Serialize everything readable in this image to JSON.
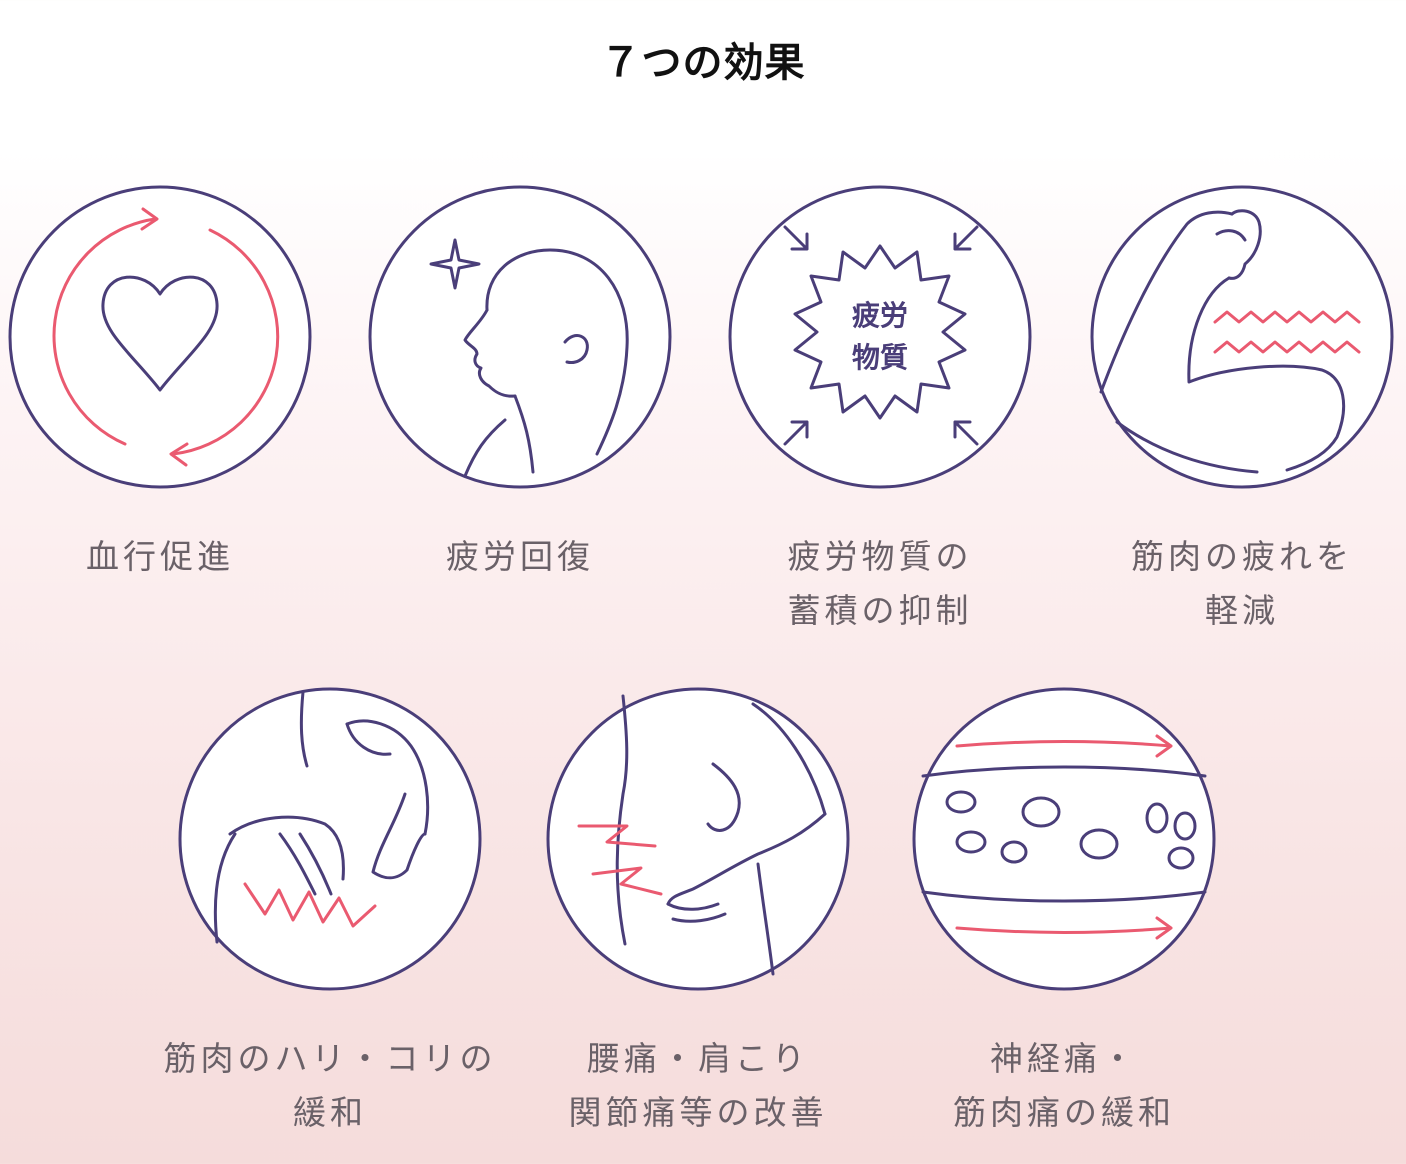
{
  "title": "７つの効果",
  "colors": {
    "line": "#4a3e79",
    "accent": "#ea5a70",
    "caption": "#6a6168"
  },
  "effects": [
    {
      "icon": "heart-circulation-icon",
      "caption": [
        "血行促進"
      ]
    },
    {
      "icon": "woman-profile-sparkle-icon",
      "caption": [
        "疲労回復"
      ]
    },
    {
      "icon": "fatigue-substance-burst-icon",
      "badge": [
        "疲労",
        "物質"
      ],
      "caption": [
        "疲労物質の",
        "蓄積の抑制"
      ]
    },
    {
      "icon": "flexed-arm-icon",
      "caption": [
        "筋肉の疲れを",
        "軽減"
      ]
    },
    {
      "icon": "shoulder-pain-icon",
      "caption": [
        "筋肉のハリ・コリの",
        "緩和"
      ]
    },
    {
      "icon": "back-pain-icon",
      "caption": [
        "腰痛・肩こり",
        "関節痛等の改善"
      ]
    },
    {
      "icon": "blood-vessel-icon",
      "caption": [
        "神経痛・",
        "筋肉痛の緩和"
      ]
    }
  ]
}
